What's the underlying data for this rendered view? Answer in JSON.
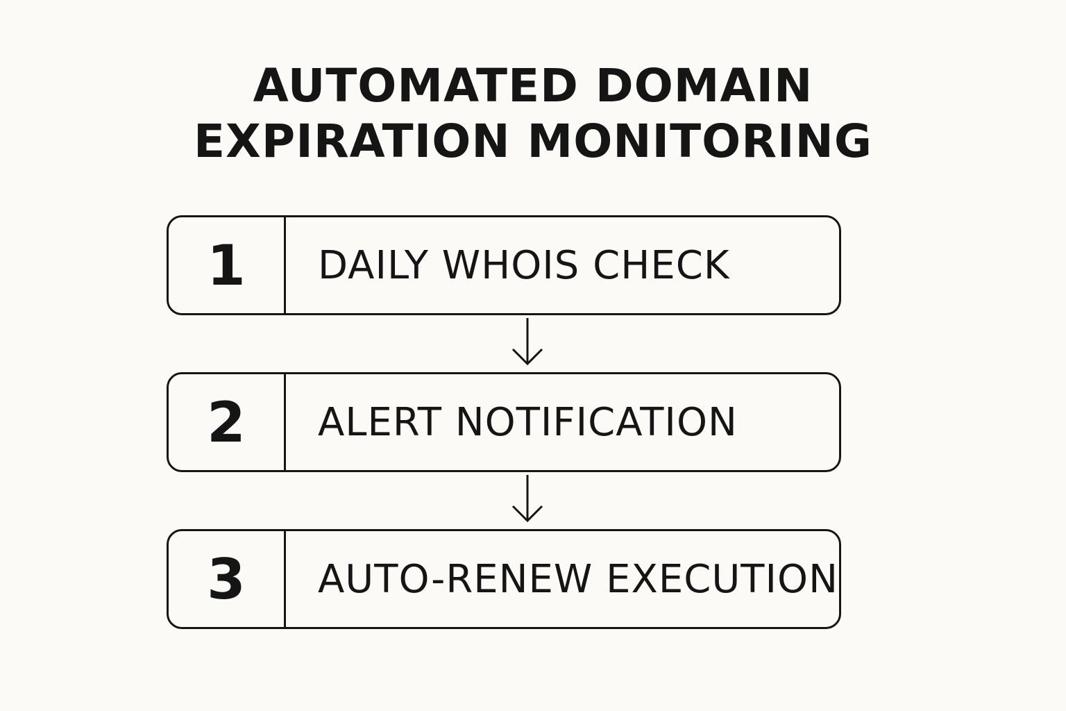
{
  "title": {
    "line1": "AUTOMATED DOMAIN",
    "line2": "EXPIRATION MONITORING"
  },
  "steps": [
    {
      "number": "1",
      "label": "DAILY WHOIS CHECK"
    },
    {
      "number": "2",
      "label": "ALERT NOTIFICATION"
    },
    {
      "number": "3",
      "label": "AUTO-RENEW EXECUTION"
    }
  ],
  "colors": {
    "background": "#fbfaf6",
    "ink": "#151515"
  }
}
